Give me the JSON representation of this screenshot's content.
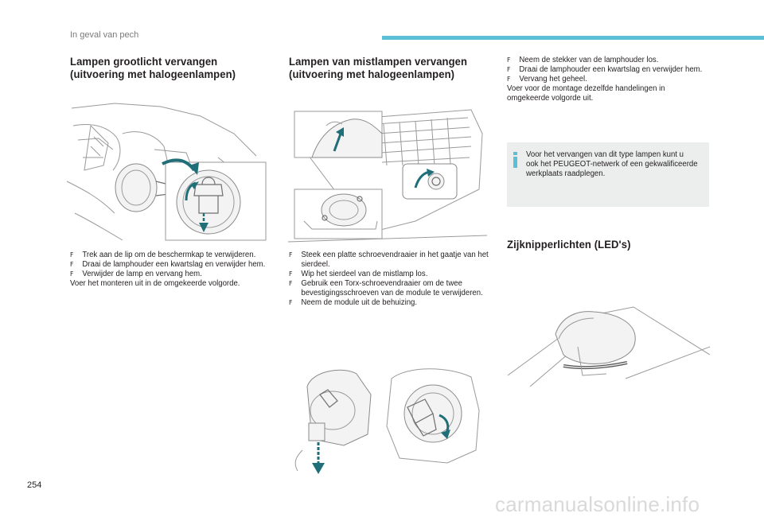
{
  "header": {
    "section_label": "In geval van pech"
  },
  "page_number": "254",
  "watermark": "carmanualsonline.info",
  "colors": {
    "accent": "#5bc0d6",
    "arrow": "#1f6e78",
    "info_box": "#eceeee"
  },
  "col1": {
    "title": "Lampen grootlicht vervangen\n(uitvoering met halogeenlampen)",
    "steps": [
      "Trek aan de lip om de beschermkap te verwijderen.",
      "Draai de lamphouder een kwartslag en verwijder hem.",
      "Verwijder de lamp en vervang hem."
    ],
    "note": "Voer het monteren uit in de omgekeerde volgorde."
  },
  "col2": {
    "title": "Lampen van mistlampen vervangen\n(uitvoering met halogeenlampen)",
    "steps": [
      "Steek een platte schroevendraaier in het gaatje van het sierdeel.",
      "Wip het sierdeel van de mistlamp los.",
      "Gebruik een Torx-schroevendraaier om de twee bevestigingsschroeven van de module te verwijderen.",
      "Neem de module uit de behuizing."
    ]
  },
  "col3": {
    "steps": [
      "Neem de stekker van de lamphouder los.",
      "Draai de lamphouder een kwartslag en verwijder hem.",
      "Vervang het geheel."
    ],
    "note": "Voer voor de montage dezelfde handelingen in omgekeerde volgorde uit.",
    "info": "Voor het vervangen van dit type lampen kunt u ook het PEUGEOT-netwerk of een gekwalificeerde werkplaats raadplegen.",
    "led_title": "Zijknipperlichten (LED's)"
  },
  "icons": {
    "info": "info-icon",
    "bullet": "bullet-icon"
  }
}
